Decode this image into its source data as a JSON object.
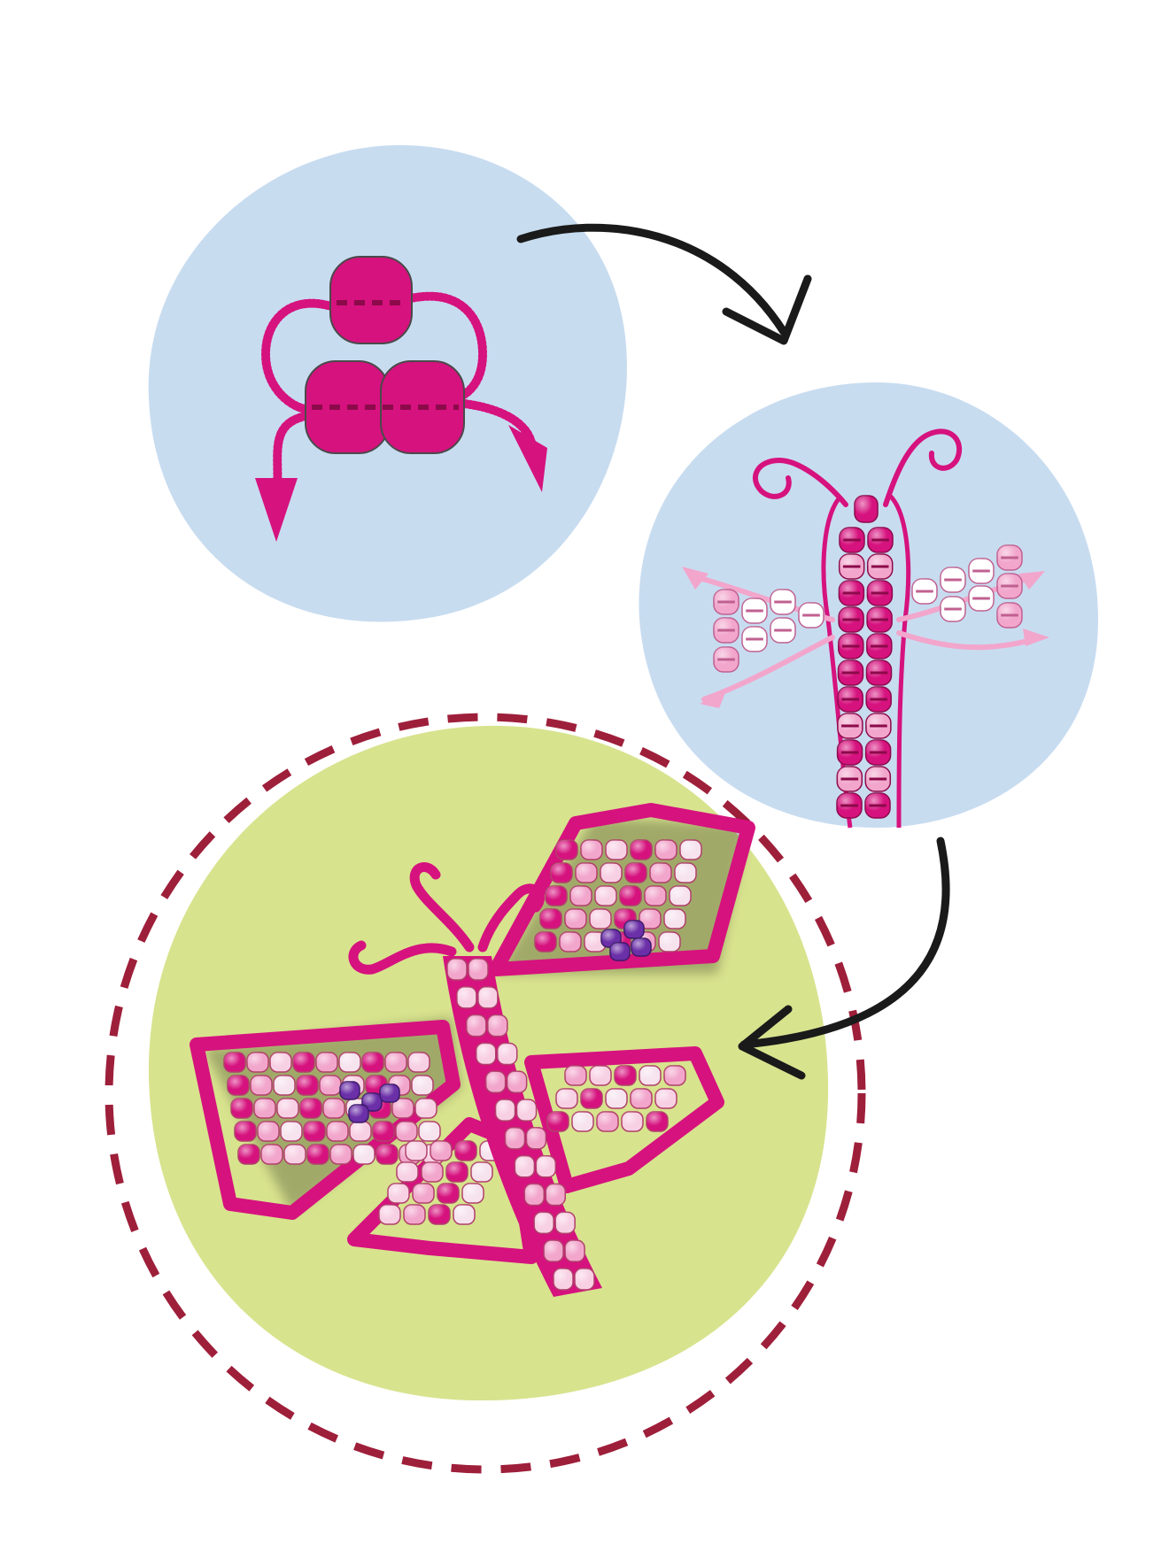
{
  "diagram": {
    "steps": [
      {
        "id": "step-1",
        "content": "three-bead-threading",
        "background": "#c8dcf0"
      },
      {
        "id": "step-2",
        "content": "body-and-wing-threading",
        "background": "#c8dcf0"
      },
      {
        "id": "step-3",
        "content": "finished-bead-butterfly",
        "background": "#d8e38e"
      }
    ],
    "arrows": [
      "step-1-to-step-2",
      "step-2-to-step-3"
    ],
    "colors": {
      "circle_blue": "#c8dcf0",
      "circle_green": "#d8e38e",
      "dashed_ring": "#9e1f3a",
      "magenta": "#d6127e",
      "dark_pink": "#b80d66",
      "light_pink": "#f2a6cc",
      "pale_pink": "#f8d0e4",
      "purple": "#6b2fa8",
      "arrow_black": "#1a1a1a"
    },
    "icons": [
      "curved-arrow-icon",
      "bead-icon",
      "pipe-cleaner-icon",
      "butterfly-icon"
    ]
  }
}
